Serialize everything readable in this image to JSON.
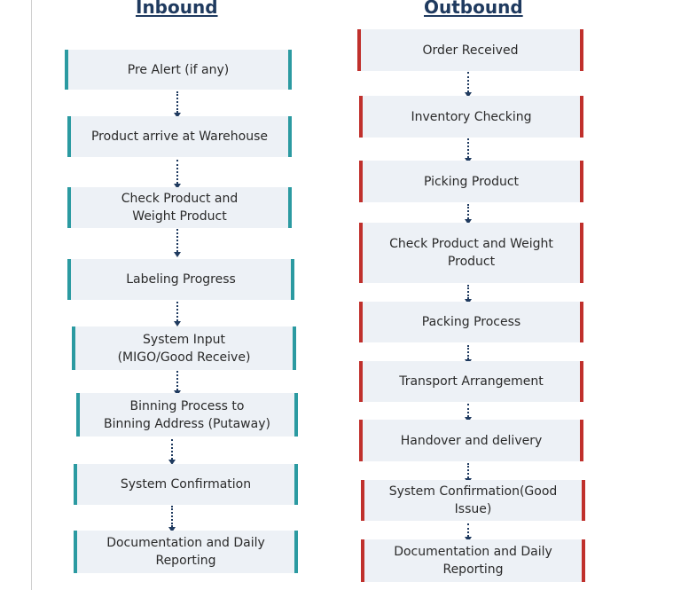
{
  "inbound": {
    "title": "Inbound",
    "accent": "#2b9aa1",
    "steps": [
      "Pre Alert (if any)",
      "Product arrive at Warehouse",
      "Check Product and\nWeight Product",
      "Labeling Progress",
      "System Input\n(MIGO/Good Receive)",
      "Binning Process to\nBinning Address (Putaway)",
      "System Confirmation",
      "Documentation and Daily\nReporting"
    ]
  },
  "outbound": {
    "title": "Outbound",
    "accent": "#c0302c",
    "steps": [
      "Order Received",
      "Inventory Checking",
      "Picking Product",
      "Check Product and Weight\nProduct",
      "Packing Process",
      "Transport Arrangement",
      "Handover and delivery",
      "System Confirmation(Good Issue)",
      "Documentation and Daily Reporting"
    ]
  }
}
